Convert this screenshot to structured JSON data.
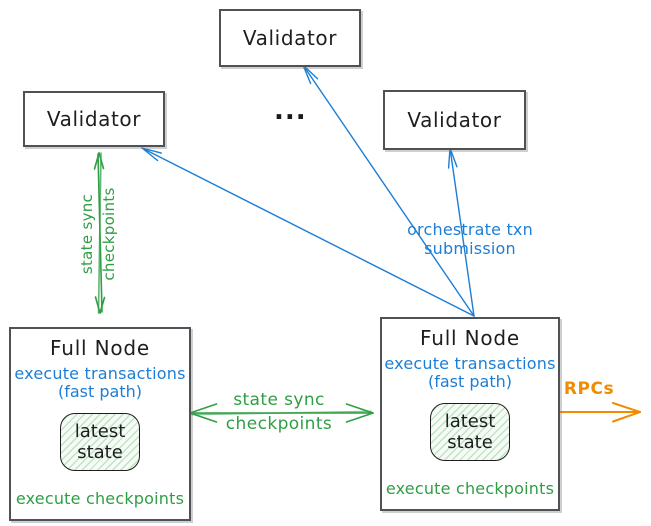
{
  "colors": {
    "ink": "#1e1e1e",
    "blue": "#1c7ed6",
    "green": "#2f9e44",
    "orange": "#f08c00",
    "border": "#4e5256"
  },
  "validators": {
    "top": {
      "label": "Validator"
    },
    "left": {
      "label": "Validator"
    },
    "right": {
      "label": "Validator"
    },
    "ellipsis": "..."
  },
  "full_nodes": {
    "left": {
      "title": "Full Node",
      "exec_line1": "execute transactions",
      "exec_line2": "(fast path)",
      "state_line1": "latest",
      "state_line2": "state",
      "footer": "execute checkpoints"
    },
    "right": {
      "title": "Full Node",
      "exec_line1": "execute transactions",
      "exec_line2": "(fast path)",
      "state_line1": "latest",
      "state_line2": "state",
      "footer": "execute checkpoints"
    }
  },
  "edges": {
    "validator_sync": {
      "line1": "state sync",
      "line2": "checkpoints"
    },
    "node_sync": {
      "line1": "state sync",
      "line2": "checkpoints"
    },
    "orchestrate": {
      "label": "orchestrate txn submission"
    },
    "rpcs": {
      "label": "RPCs"
    }
  }
}
